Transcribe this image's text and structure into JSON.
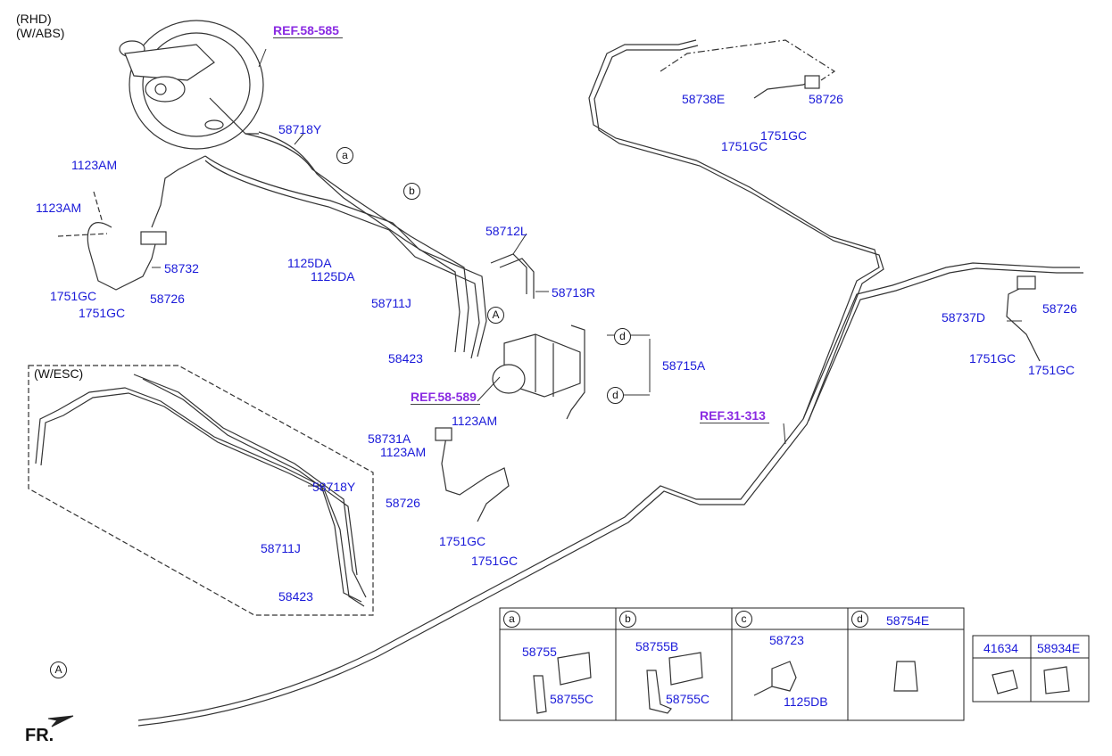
{
  "notes": {
    "rhd": "(RHD)",
    "abs": "(W/ABS)",
    "esc": "(W/ESC)"
  },
  "refs": {
    "booster": "REF.58-585",
    "hecu": "REF.58-589",
    "fuel": "REF.31-313"
  },
  "labels": {
    "p58718Y_top": "58718Y",
    "p1123AM_a": "1123AM",
    "p1123AM_b": "1123AM",
    "p58732": "58732",
    "p1751GC_a": "1751GC",
    "p58726_a": "58726",
    "p1751GC_b": "1751GC",
    "p1125DA_a": "1125DA",
    "p1125DA_b": "1125DA",
    "p58711J_top": "58711J",
    "p58423_top": "58423",
    "p58712L": "58712L",
    "p58713R": "58713R",
    "p58715A": "58715A",
    "p58731A": "58731A",
    "p1123AM_c": "1123AM",
    "p1123AM_d": "1123AM",
    "p58726_b": "58726",
    "p1751GC_c": "1751GC",
    "p1751GC_d": "1751GC",
    "p58738E": "58738E",
    "p58726_c": "58726",
    "p1751GC_e": "1751GC",
    "p1751GC_f": "1751GC",
    "p58737D": "58737D",
    "p58726_d": "58726",
    "p1751GC_g": "1751GC",
    "p1751GC_h": "1751GC",
    "p58718Y_esc": "58718Y",
    "p58711J_esc": "58711J",
    "p58423_esc": "58423"
  },
  "callouts": {
    "a": "a",
    "b": "b",
    "c": "c",
    "d": "d",
    "A": "A"
  },
  "front": "FR.",
  "table": {
    "a": {
      "key": "a",
      "parts": [
        "58755",
        "58755C"
      ]
    },
    "b": {
      "key": "b",
      "parts": [
        "58755B",
        "58755C"
      ]
    },
    "c": {
      "key": "c",
      "parts": [
        "58723",
        "1125DB"
      ]
    },
    "d": {
      "key": "d",
      "title": "58754E"
    },
    "extra": [
      "41634",
      "58934E"
    ]
  }
}
